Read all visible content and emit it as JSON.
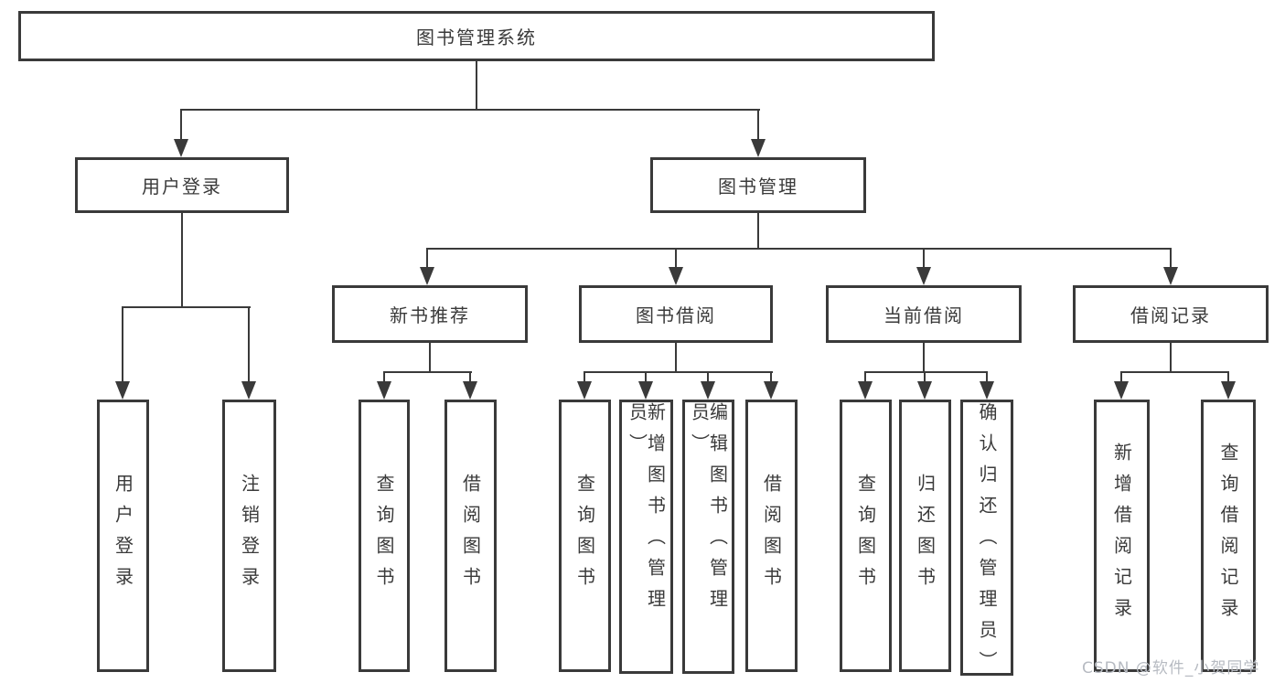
{
  "tree": {
    "root": "图书管理系统",
    "login": {
      "label": "用户登录",
      "children": [
        "用户登录",
        "注销登录"
      ]
    },
    "mgmt": {
      "label": "图书管理",
      "groups": [
        {
          "label": "新书推荐",
          "children": [
            "查询图书",
            "借阅图书"
          ]
        },
        {
          "label": "图书借阅",
          "children": [
            "查询图书",
            "新增图书（管理员）",
            "编辑图书（管理员）",
            "借阅图书"
          ]
        },
        {
          "label": "当前借阅",
          "children": [
            "查询图书",
            "归还图书",
            "确认归还（管理员）"
          ]
        },
        {
          "label": "借阅记录",
          "children": [
            "新增借阅记录",
            "查询借阅记录"
          ]
        }
      ]
    }
  },
  "watermark": "CSDN @软件_小贺同学",
  "colors": {
    "line": "#3a3a3a",
    "text": "#3a3a3a",
    "watermark": "#b7bbc2",
    "background": "#ffffff"
  }
}
